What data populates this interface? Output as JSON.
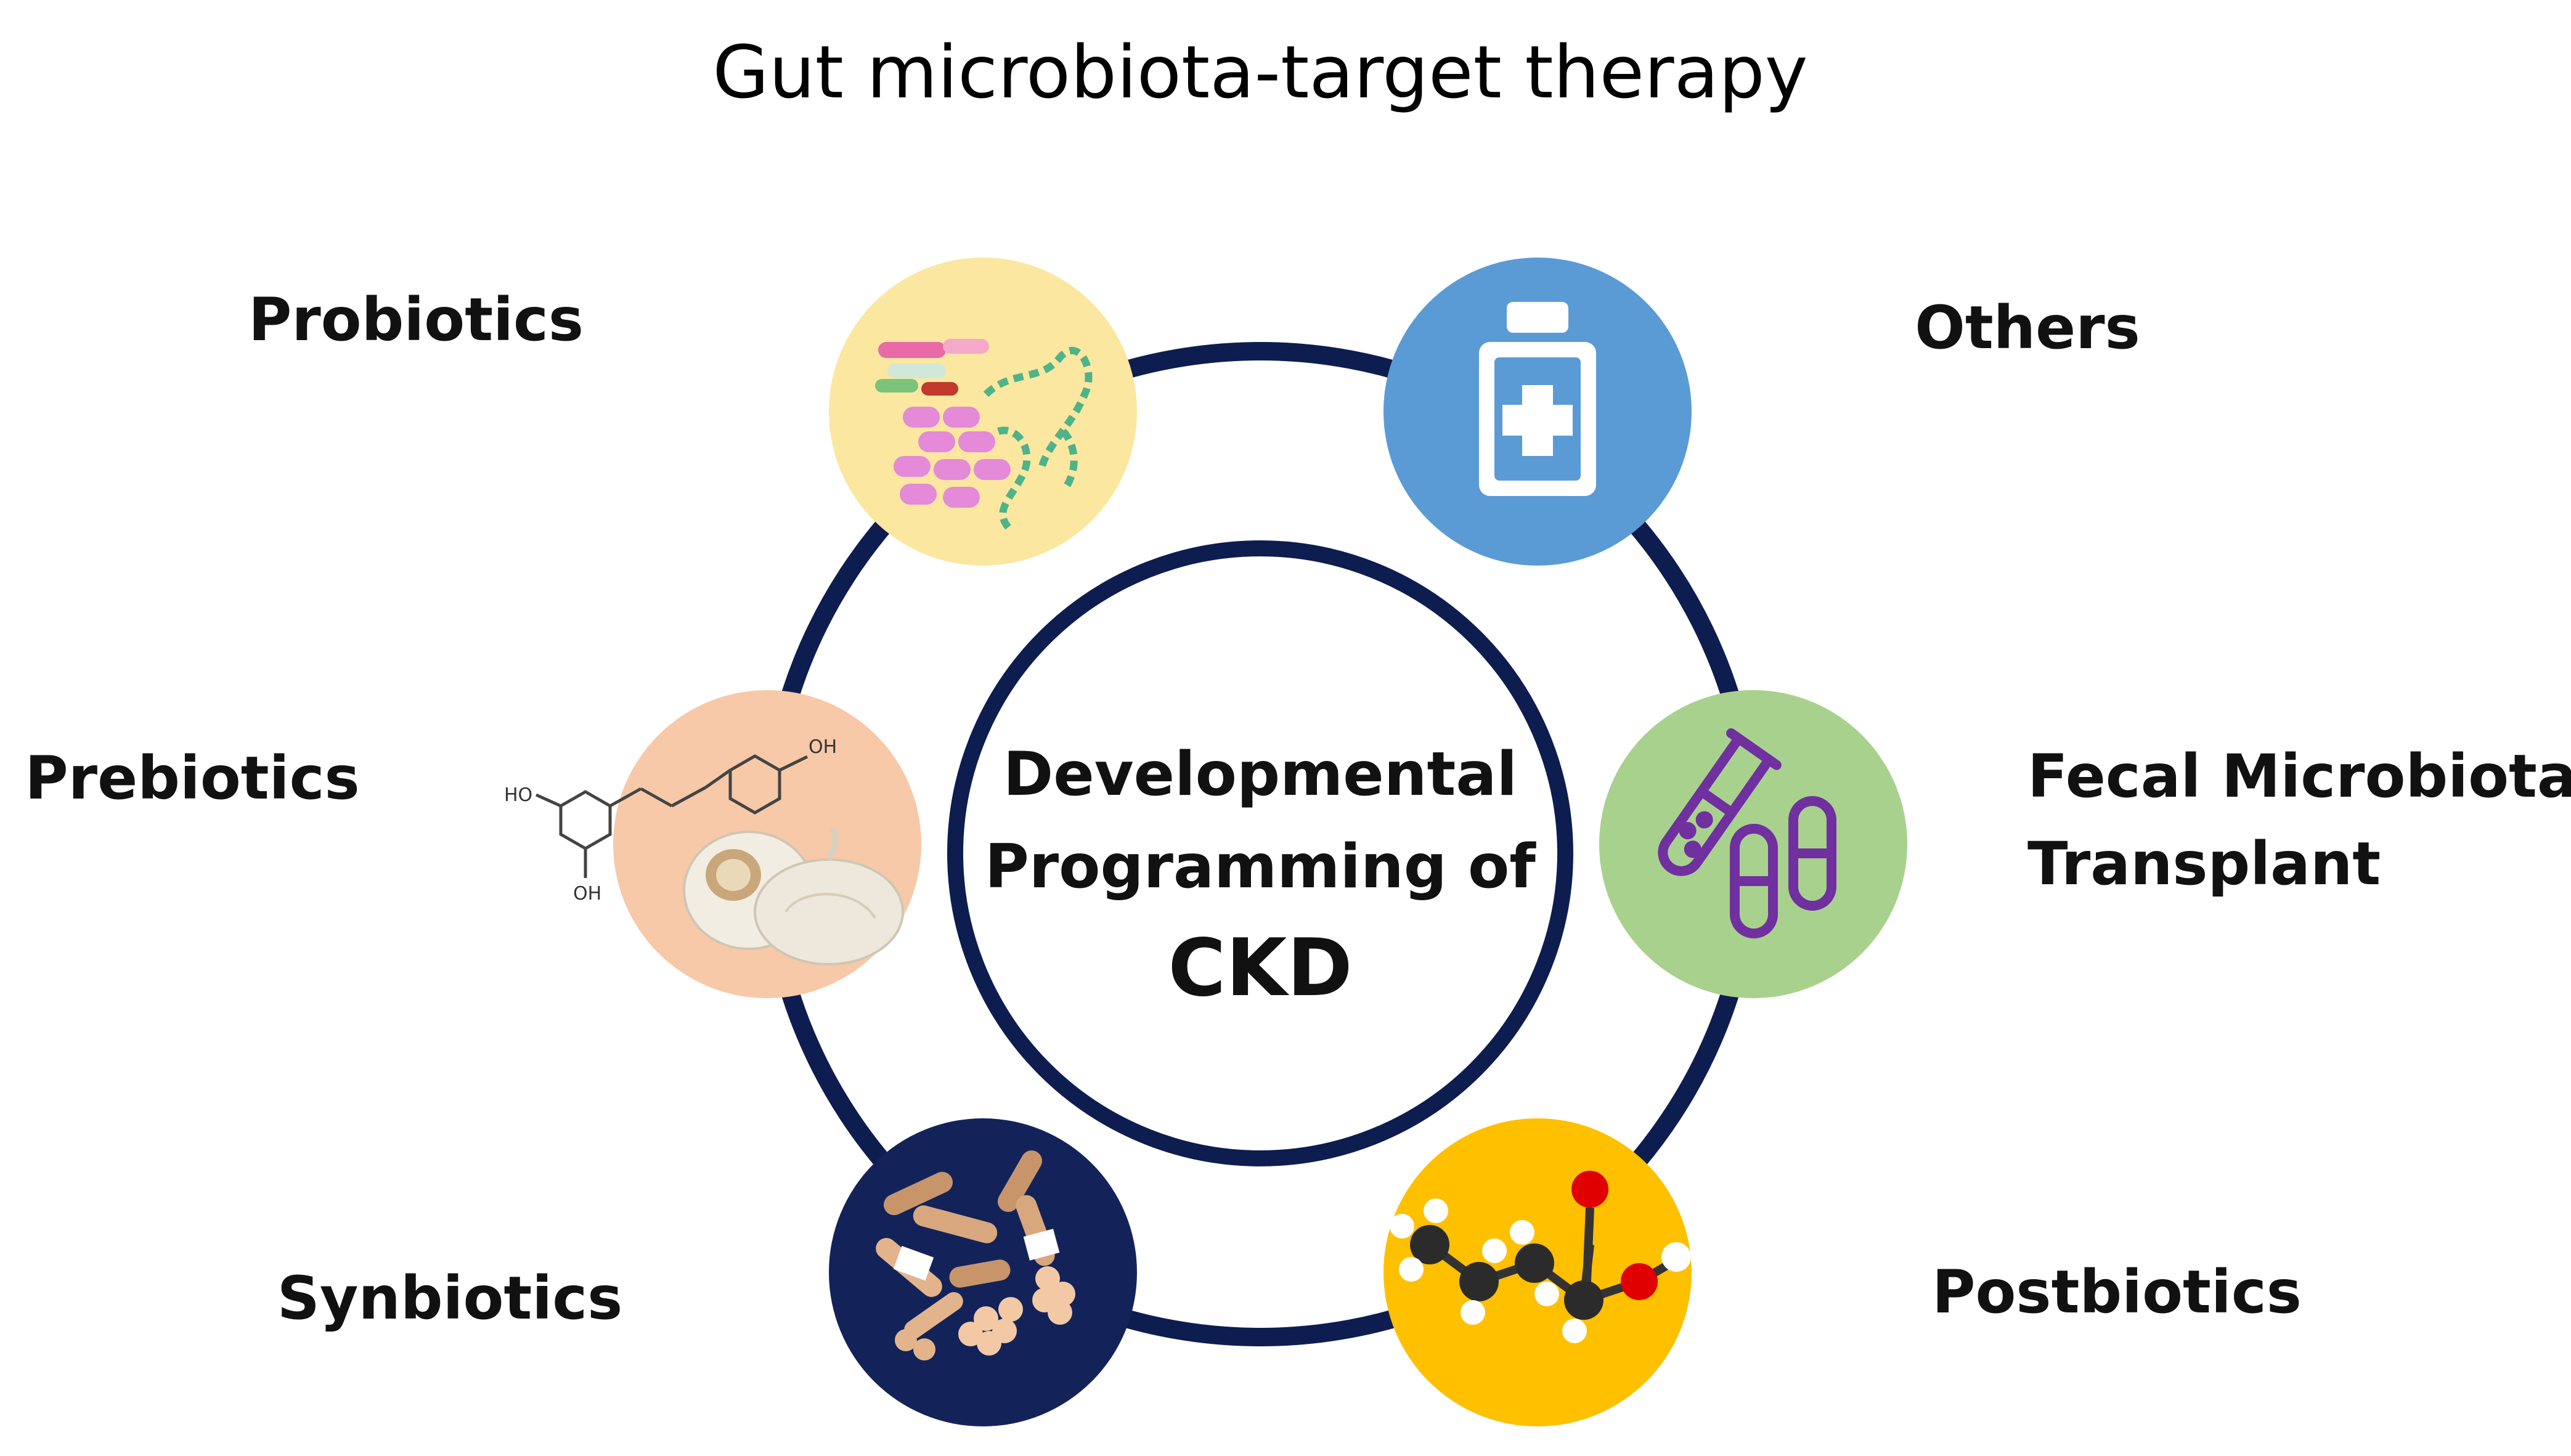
{
  "title": "Gut microbiota-target therapy",
  "center": {
    "line1": "Developmental",
    "line2": "Programming of",
    "line3": "CKD"
  },
  "labels": {
    "probiotics": "Probiotics",
    "others": "Others",
    "prebiotics": "Prebiotics",
    "fecal_line1": "Fecal Microbiota",
    "fecal_line2": "Transplant",
    "synbiotics": "Synbiotics",
    "postbiotics": "Postbiotics"
  },
  "chem_labels": {
    "oh_top": "OH",
    "ho_left": "HO",
    "oh_bottom": "OH"
  },
  "colors": {
    "ring": "#0d1d4f",
    "probiotics_node": "#fbe7a0",
    "others_node": "#5b9bd5",
    "prebiotics_node": "#f7c9a8",
    "fecal_node": "#a9d18e",
    "synbiotics_node": "#13235a",
    "postbiotics_node": "#ffc000"
  },
  "icons": {
    "probiotics": "bacteria-icon",
    "others": "medicine-bottle-icon",
    "prebiotics": "resveratrol-garlic-icon",
    "fecal": "test-tube-capsules-icon",
    "synbiotics": "fiber-microbe-icon",
    "postbiotics": "butyrate-molecule-icon"
  }
}
